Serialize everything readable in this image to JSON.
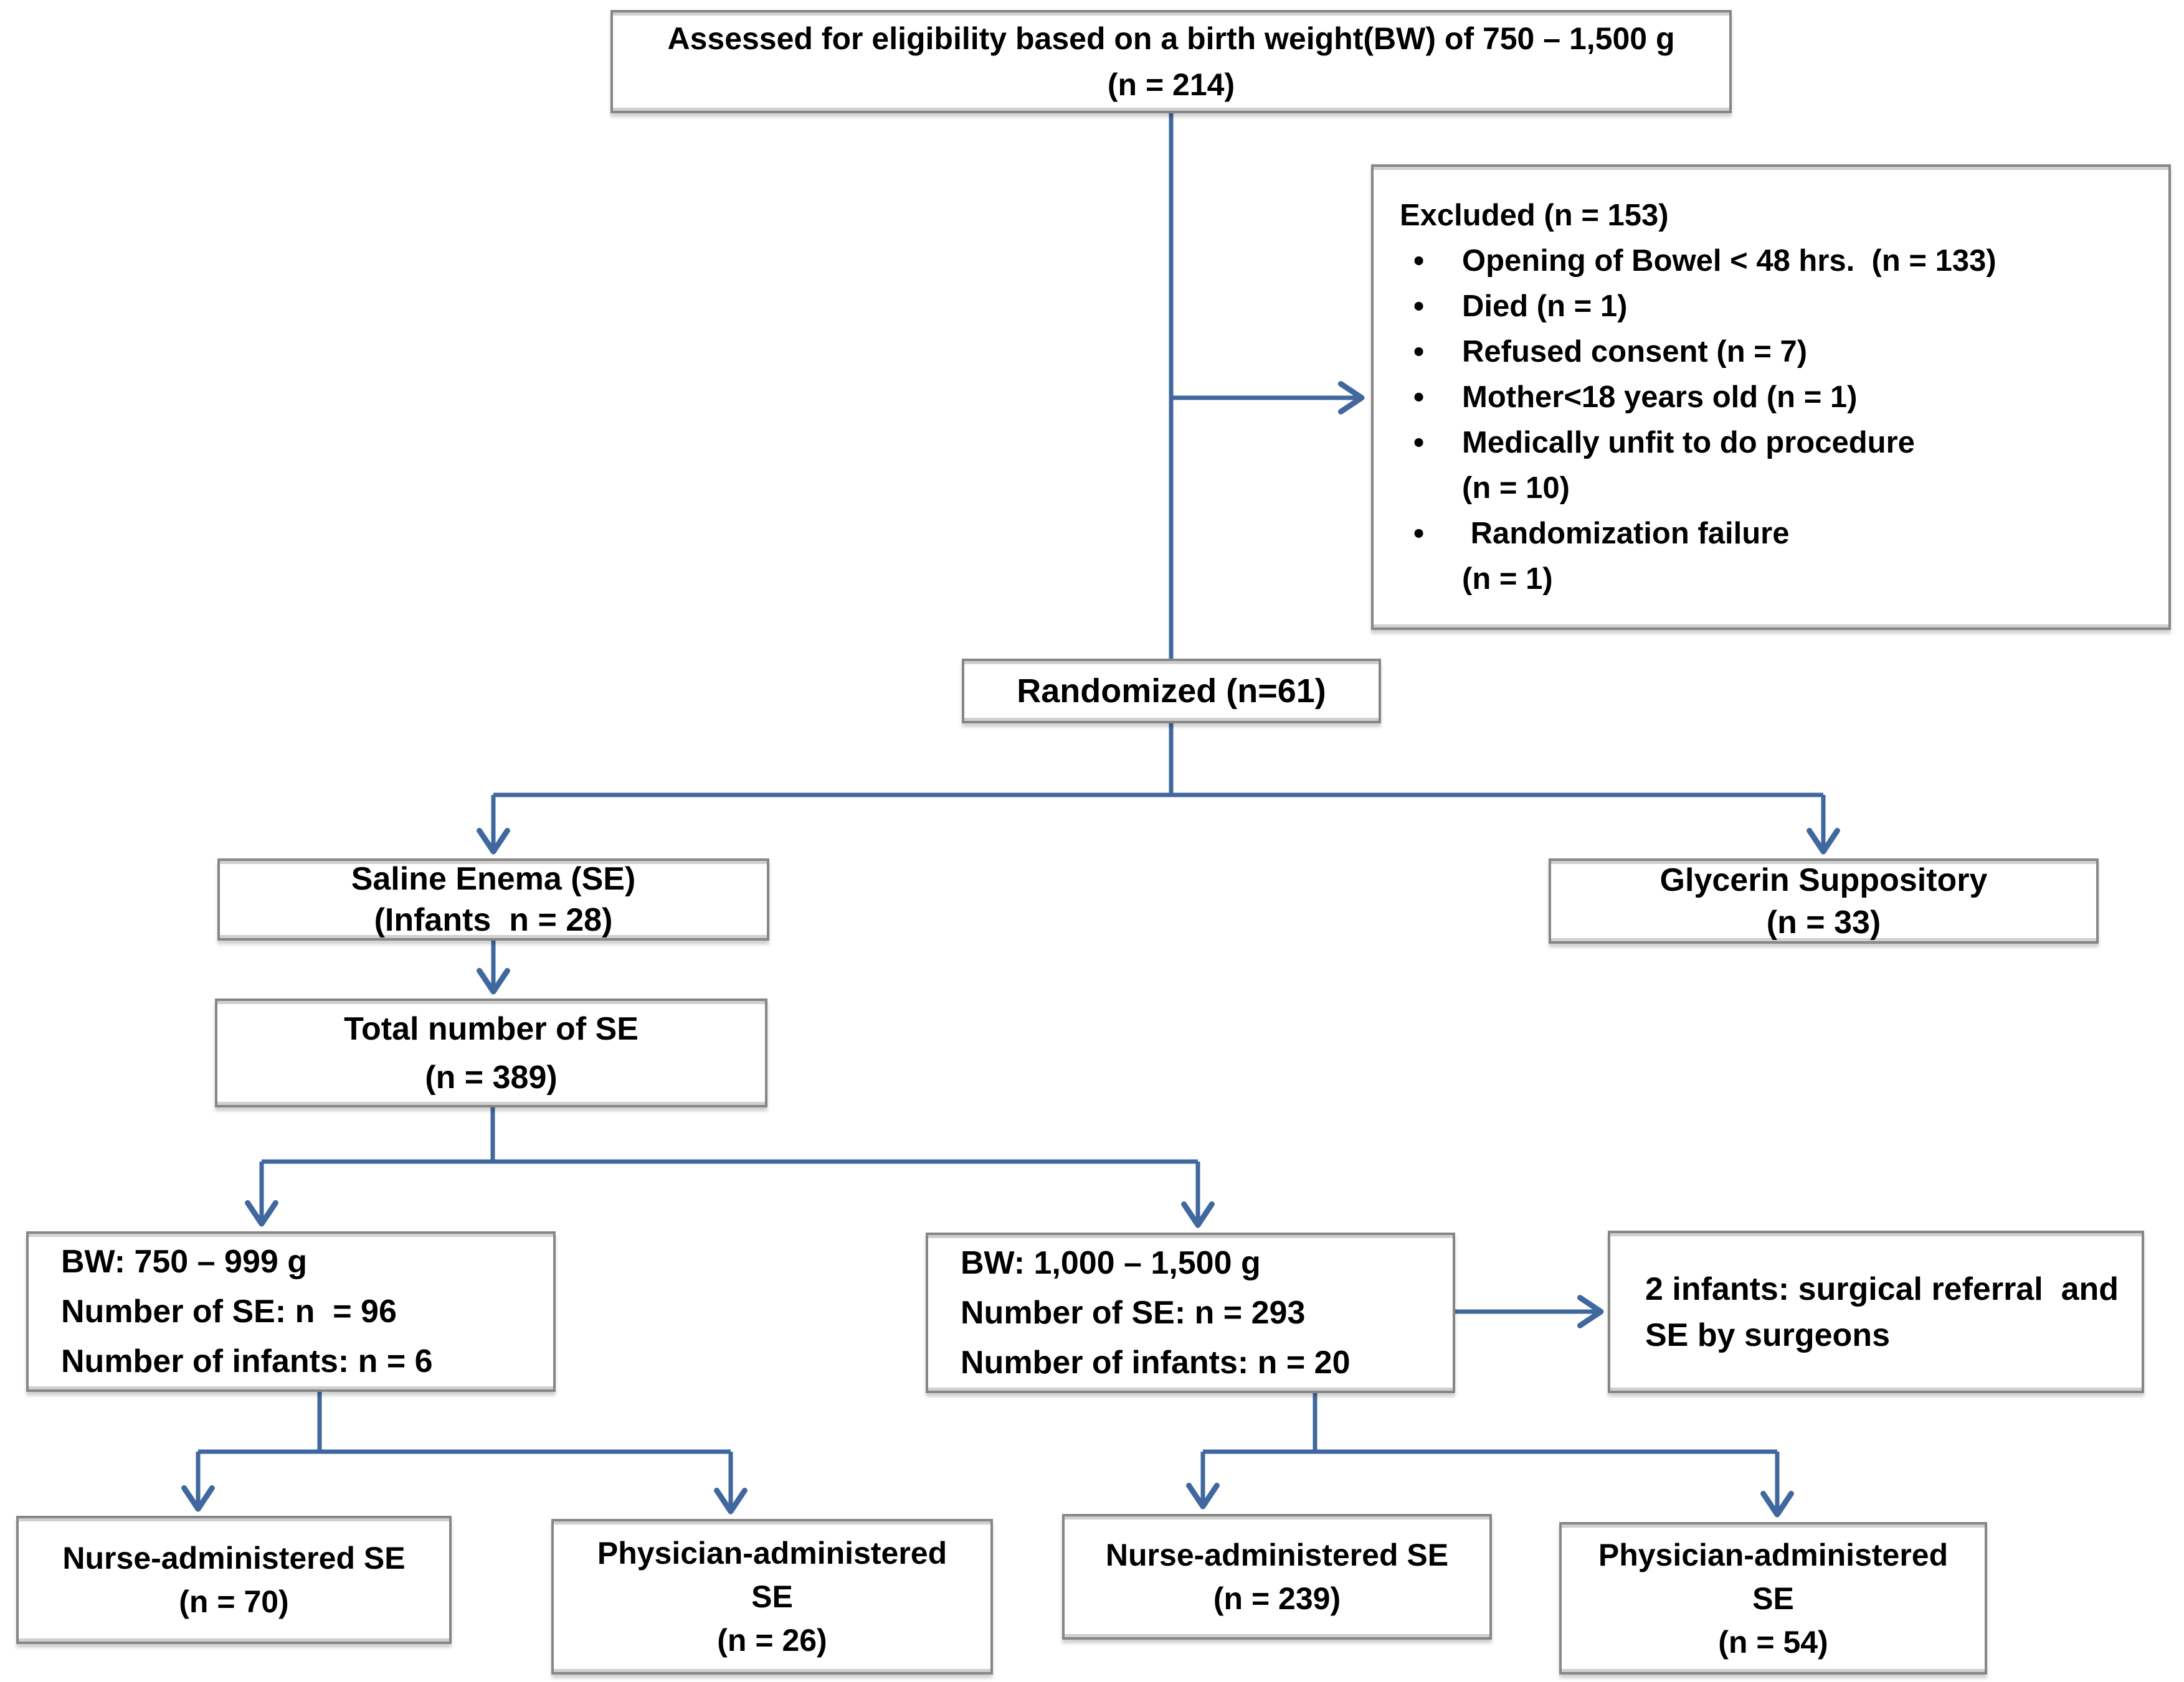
{
  "figure": {
    "kind": "consort-flow-diagram"
  },
  "colors": {
    "arrow": "#40689f",
    "border": "#868686",
    "text": "#000000",
    "background": "#ffffff"
  },
  "boxes": {
    "assessed": {
      "lines": [
        "Assessed for eligibility based on a birth weight(BW) of 750 – 1,500 g",
        "(n = 214)"
      ]
    },
    "excluded": {
      "title": "Excluded (n = 153)",
      "rows": [
        {
          "bullet": "•",
          "text": "Opening of Bowel < 48 hrs.  (n = 133)"
        },
        {
          "bullet": "•",
          "text": "Died (n = 1)"
        },
        {
          "bullet": "•",
          "text": "Refused consent (n = 7)"
        },
        {
          "bullet": "•",
          "text": "Mother<18 years old (n = 1)"
        },
        {
          "bullet": "•",
          "text": "Medically unfit to do procedure"
        },
        {
          "bullet": "",
          "text": "(n = 10)"
        },
        {
          "bullet": "•",
          "text": " Randomization failure"
        },
        {
          "bullet": "",
          "text": "(n = 1)"
        }
      ]
    },
    "randomized": {
      "lines": [
        "Randomized (n=61)"
      ]
    },
    "saline": {
      "lines": [
        "Saline Enema (SE)",
        "(Infants  n = 28)"
      ]
    },
    "glycerin": {
      "lines": [
        "Glycerin Suppository",
        "(n = 33)"
      ]
    },
    "total_se": {
      "lines": [
        "Total number of SE",
        "(n = 389)"
      ]
    },
    "bw_low": {
      "lines": [
        "BW: 750 – 999 g",
        "Number of SE: n  = 96",
        "Number of infants: n = 6"
      ]
    },
    "bw_high": {
      "lines": [
        "BW: 1,000 – 1,500 g",
        "Number of SE: n = 293",
        "Number of infants: n = 20"
      ]
    },
    "surgical": {
      "lines": [
        "2 infants: surgical referral  and",
        "SE by surgeons"
      ]
    },
    "nurse_low": {
      "lines": [
        "Nurse-administered SE",
        "(n = 70)"
      ]
    },
    "physician_low": {
      "lines": [
        "Physician-administered",
        "SE",
        "(n = 26)"
      ]
    },
    "nurse_high": {
      "lines": [
        "Nurse-administered SE",
        "(n = 239)"
      ]
    },
    "physician_high": {
      "lines": [
        "Physician-administered",
        "SE",
        "(n = 54)"
      ]
    }
  }
}
